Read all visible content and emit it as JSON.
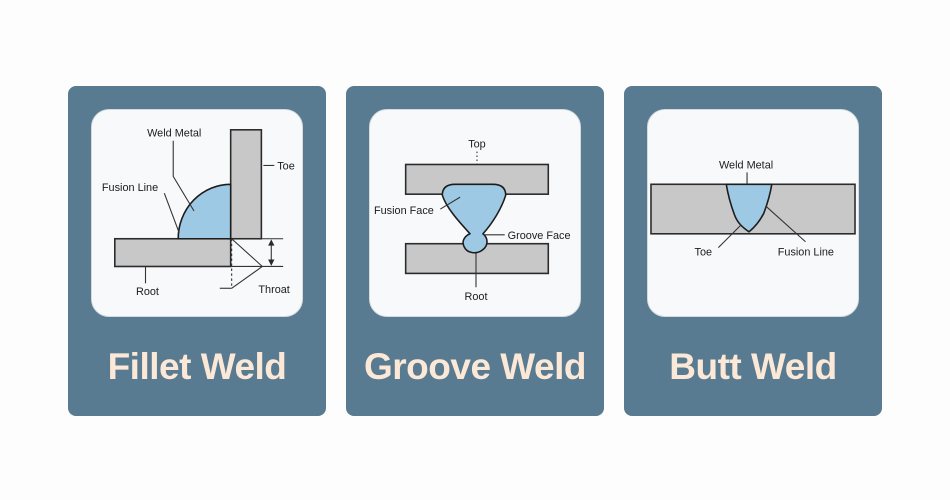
{
  "colors": {
    "page_bg": "#fdfdfd",
    "card_bg": "#587b92",
    "panel_bg": "#f8f9fa",
    "panel_border": "#d6dadd",
    "title_text": "#fce8d6",
    "plate_fill": "#c7c8c7",
    "plate_stroke": "#2b2b2b",
    "weld_fill": "#9ec9e4",
    "weld_stroke": "#1d1d1d",
    "label": "#1c1c1c",
    "leader": "#333333"
  },
  "cards": [
    {
      "id": "fillet",
      "title": "Fillet Weld",
      "labels": {
        "weld_metal": "Weld Metal",
        "fusion_line": "Fusion Line",
        "toe": "Toe",
        "root": "Root",
        "throat": "Throat"
      }
    },
    {
      "id": "groove",
      "title": "Groove Weld",
      "labels": {
        "top": "Top",
        "fusion_face": "Fusion Face",
        "groove_face": "Groove Face",
        "root": "Root"
      }
    },
    {
      "id": "butt",
      "title": "Butt Weld",
      "labels": {
        "weld_metal": "Weld Metal",
        "toe": "Toe",
        "fusion_line": "Fusion Line"
      }
    }
  ]
}
